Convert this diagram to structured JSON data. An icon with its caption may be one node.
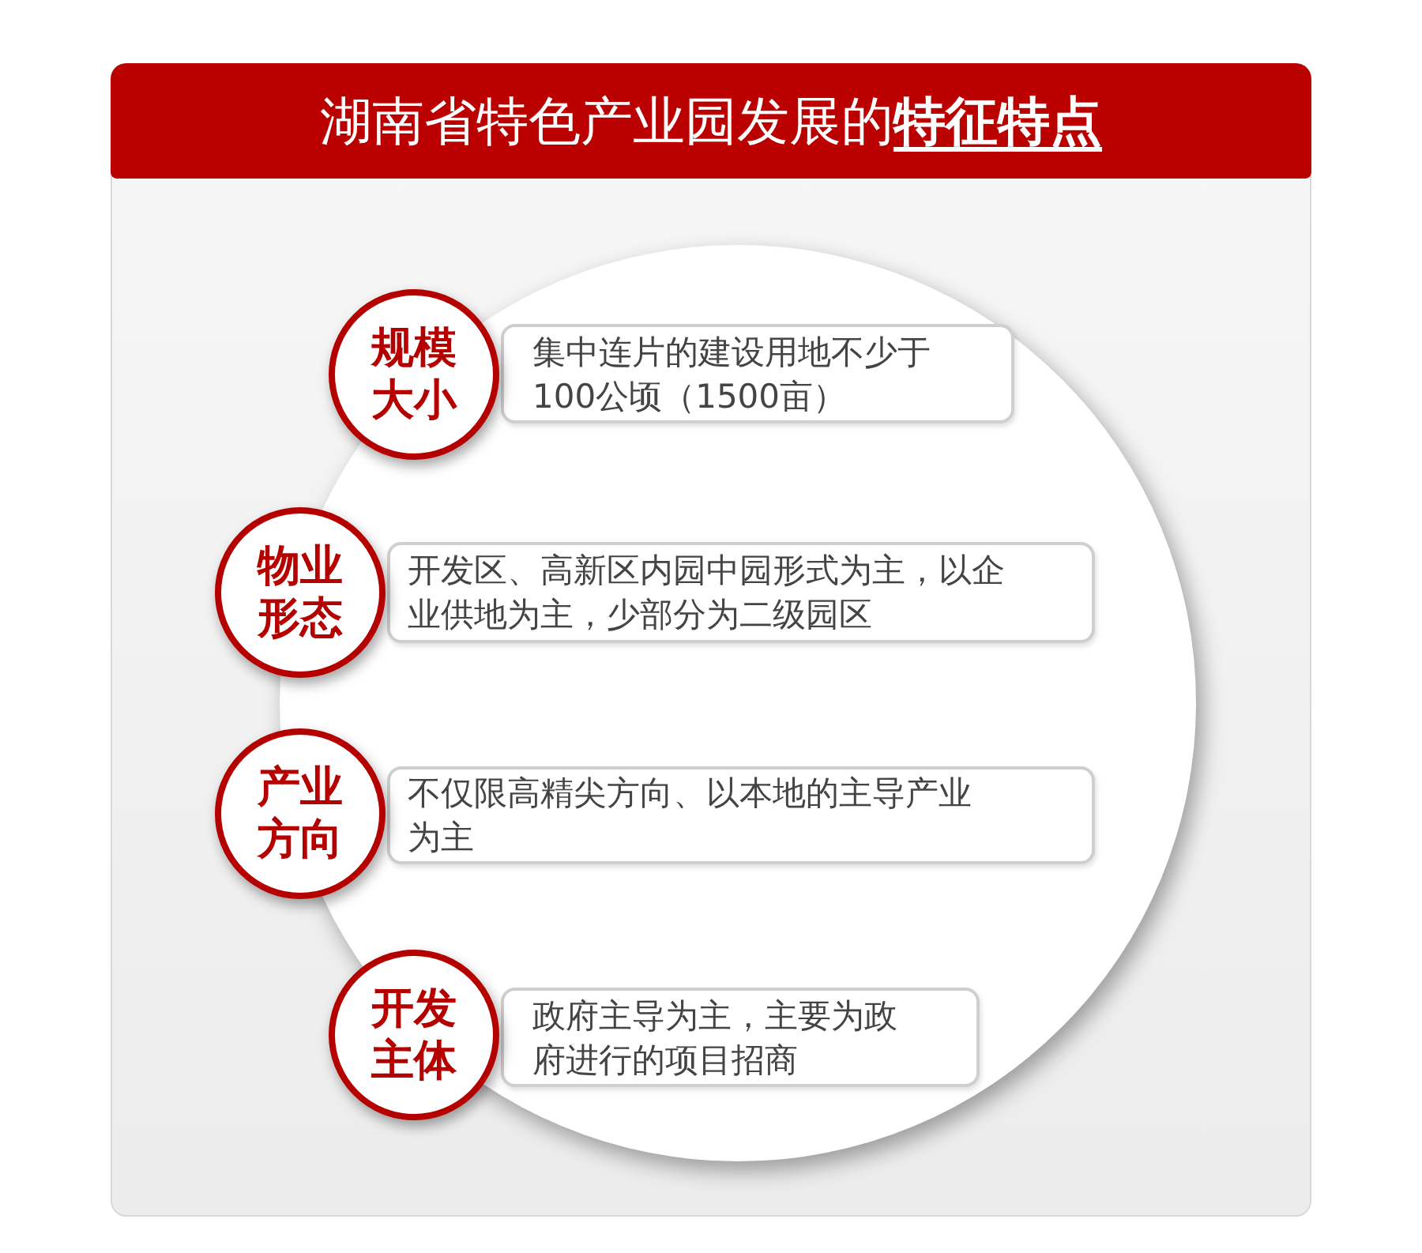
{
  "diagram": {
    "title": "湖南省特色产业园发展的**特征特点**",
    "nodes": [
      {
        "text": [
          "规模大小"
        ]
      },
      {
        "text": [
          "集中连片的建设用地不少于100公顷（1500亩）"
        ]
      },
      {
        "text": [
          "物业形态"
        ]
      },
      {
        "text": [
          "开发区、高新区内园中园形式为主，以企业供地为主，少部分为二级园区"
        ]
      },
      {
        "text": [
          "产业方向"
        ]
      },
      {
        "text": [
          "不仅限高精尖方向、以本地的主导产业为主"
        ]
      },
      {
        "text": [
          "开发主体"
        ]
      },
      {
        "text": [
          "政府主导为主，主要为政府进行的项目招商"
        ]
      }
    ]
  }
}
